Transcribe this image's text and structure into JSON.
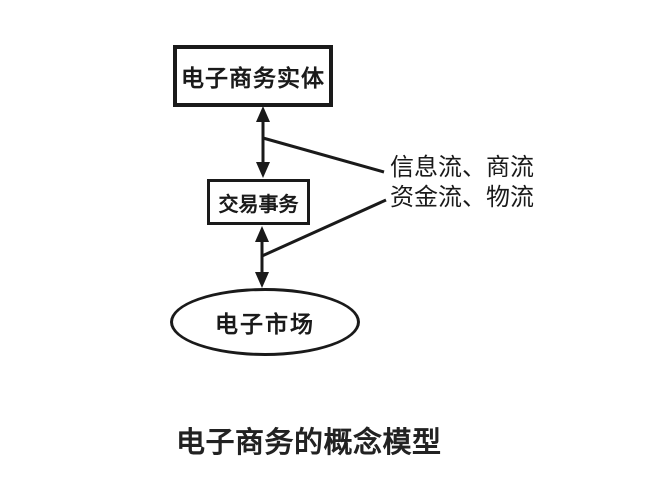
{
  "diagram": {
    "nodes": {
      "entity": {
        "label": "电子商务实体",
        "shape": "rect"
      },
      "transaction": {
        "label": "交易事务",
        "shape": "rect"
      },
      "market": {
        "label": "电子市场",
        "shape": "ellipse"
      }
    },
    "connectors": {
      "entity_transaction": "double-headed-arrow",
      "transaction_market": "double-headed-arrow"
    },
    "flow_labels": {
      "upper": "信息流、商流",
      "lower": "资金流、物流"
    },
    "caption": "电子商务的概念模型",
    "colors": {
      "stroke": "#1a1a1a",
      "background": "#ffffff",
      "text": "#1a1a1a"
    }
  }
}
